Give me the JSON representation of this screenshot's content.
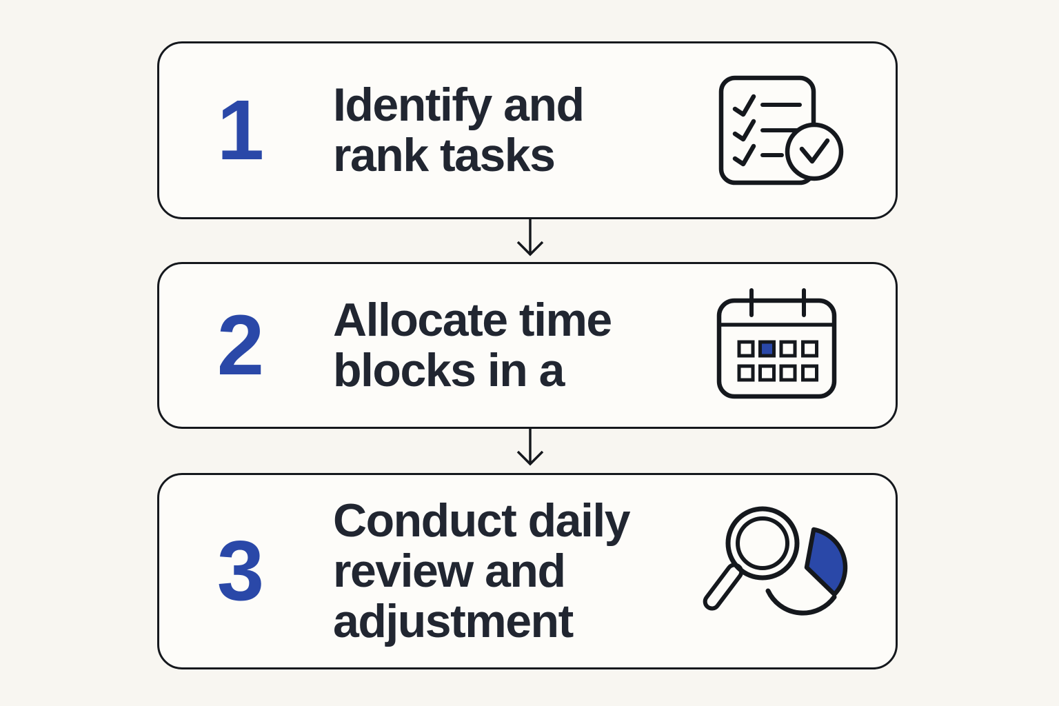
{
  "palette": {
    "accent_blue": "#2a48a8",
    "ink": "#212631",
    "outline": "#15181d",
    "page_background": "#f8f6f1",
    "card_background": "#fdfcf9"
  },
  "steps": [
    {
      "number": "1",
      "title": "Identify and\nrank tasks",
      "icon": "checklist-icon"
    },
    {
      "number": "2",
      "title": "Allocate time\nblocks in a",
      "icon": "calendar-icon"
    },
    {
      "number": "3",
      "title": "Conduct daily\nreview and\nadjustment",
      "icon": "magnifier-pie-icon"
    }
  ],
  "connectors": [
    {
      "icon": "down-arrow-icon"
    },
    {
      "icon": "down-arrow-icon"
    }
  ]
}
